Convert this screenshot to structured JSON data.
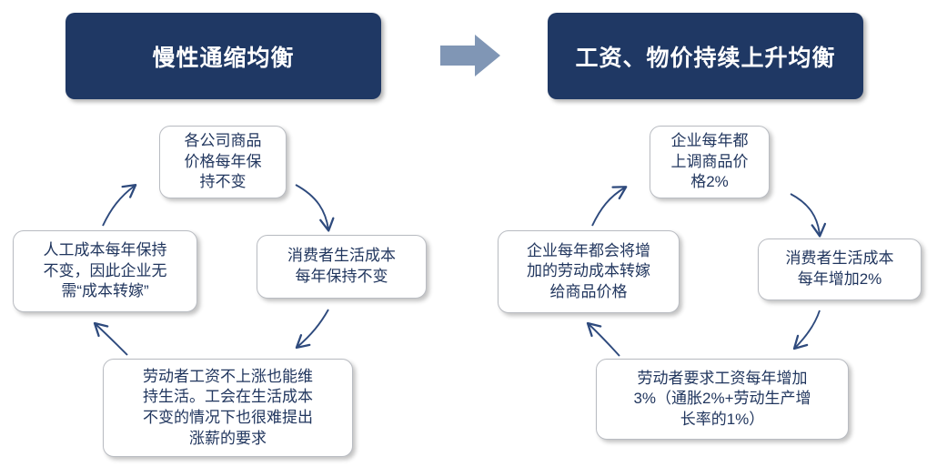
{
  "diagram": {
    "title_left": "慢性通缩均衡",
    "title_right": "工资、物价持续上升均衡",
    "transition_arrow": "right-arrow-icon",
    "accent_dark_blue": "#1f3864",
    "accent_text_blue": "#21365e",
    "accent_arrow_blue": "#8096b5",
    "connector_color": "#2e4a7d",
    "left_cycle": {
      "nodes": [
        {
          "id": "left-prices",
          "text": "各公司商品\n价格每年保\n持不变"
        },
        {
          "id": "left-living",
          "text": "消费者生活成本\n每年保持不变"
        },
        {
          "id": "left-wages",
          "text": "劳动者工资不上涨也能维\n持生活。工会在生活成本\n不变的情况下也很难提出\n涨薪的要求"
        },
        {
          "id": "left-labor-cost",
          "text": "人工成本每年保持\n不变，因此企业无\n需“成本转嫁”"
        }
      ],
      "connectors": [
        {
          "from": "left-prices",
          "to": "left-living",
          "name": "arrow-prices-to-living"
        },
        {
          "from": "left-living",
          "to": "left-wages",
          "name": "arrow-living-to-wages"
        },
        {
          "from": "left-wages",
          "to": "left-labor-cost",
          "name": "arrow-wages-to-labor-cost"
        },
        {
          "from": "left-labor-cost",
          "to": "left-prices",
          "name": "arrow-labor-cost-to-prices"
        }
      ]
    },
    "right_cycle": {
      "nodes": [
        {
          "id": "right-prices",
          "text": "企业每年都\n上调商品价\n格2%"
        },
        {
          "id": "right-living",
          "text": "消费者生活成本\n每年增加2%"
        },
        {
          "id": "right-wages",
          "text": "劳动者要求工资每年增加\n3%（通胀2%+劳动生产增\n长率的1%）"
        },
        {
          "id": "right-passthru",
          "text": "企业每年都会将增\n加的劳动成本转嫁\n给商品价格"
        }
      ],
      "connectors": [
        {
          "from": "right-prices",
          "to": "right-living",
          "name": "arrow-prices-to-living"
        },
        {
          "from": "right-living",
          "to": "right-wages",
          "name": "arrow-living-to-wages"
        },
        {
          "from": "right-wages",
          "to": "right-passthru",
          "name": "arrow-wages-to-passthrough"
        },
        {
          "from": "right-passthru",
          "to": "right-prices",
          "name": "arrow-passthrough-to-prices"
        }
      ]
    }
  }
}
